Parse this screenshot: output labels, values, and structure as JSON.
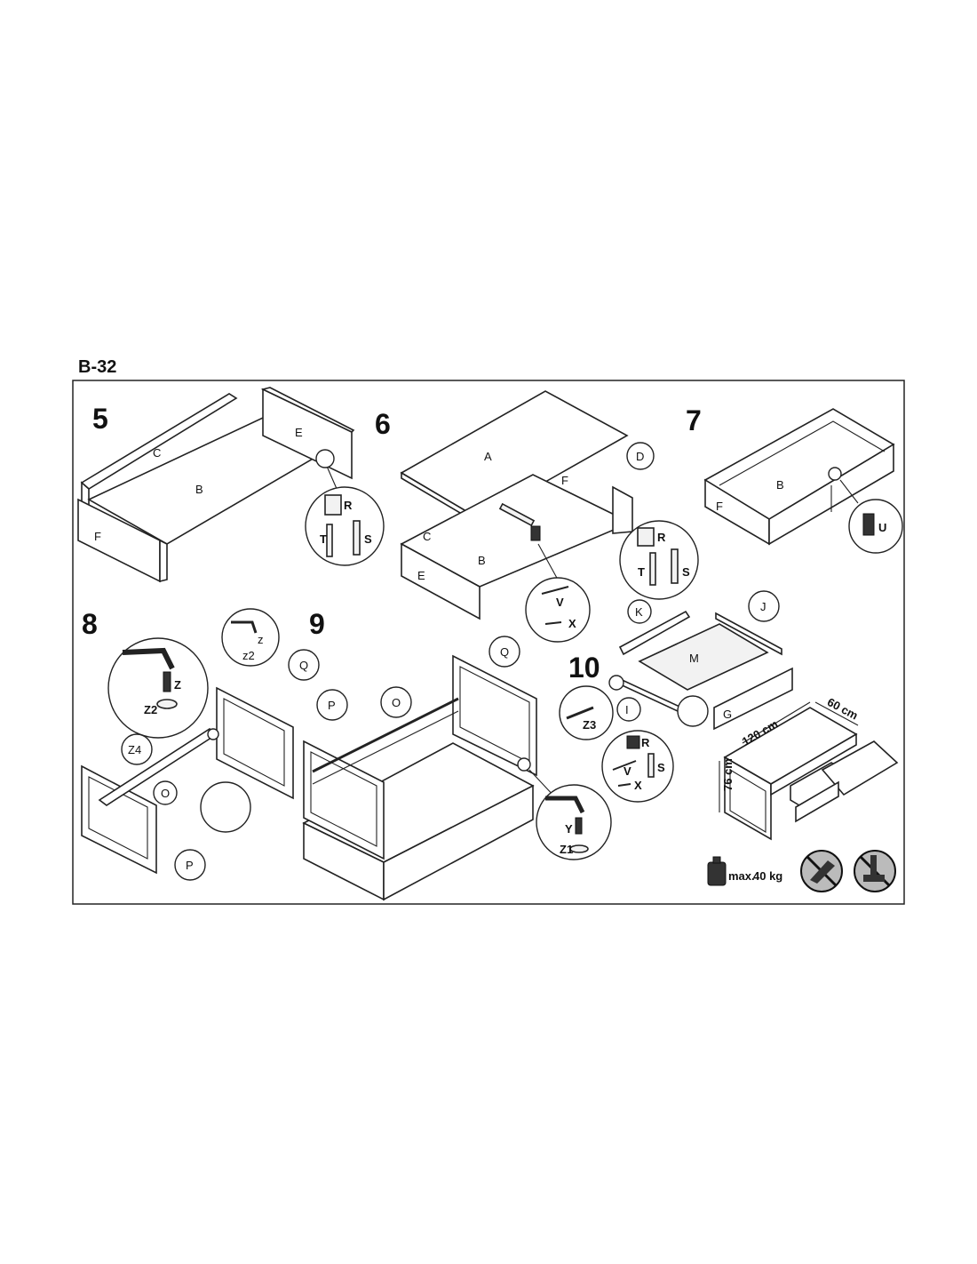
{
  "header": {
    "model": "B-32"
  },
  "steps": [
    {
      "number": "5",
      "parts": [
        "C",
        "B",
        "E",
        "F"
      ],
      "fittings": [
        "R",
        "T",
        "S"
      ]
    },
    {
      "number": "6",
      "parts": [
        "A",
        "D",
        "F",
        "C",
        "B",
        "E"
      ],
      "fittings": [
        "R",
        "T",
        "S",
        "V",
        "X"
      ]
    },
    {
      "number": "7",
      "parts": [
        "B",
        "F"
      ],
      "fittings": [
        "U"
      ]
    },
    {
      "number": "8",
      "parts": [
        "Q",
        "Z4",
        "O",
        "P"
      ],
      "fittings": [
        "Z",
        "Z2",
        "z",
        "z2"
      ]
    },
    {
      "number": "9",
      "parts": [
        "Q",
        "P",
        "O"
      ],
      "fittings": [
        "Y",
        "Z1"
      ]
    },
    {
      "number": "10",
      "parts": [
        "K",
        "J",
        "M",
        "I",
        "G"
      ],
      "fittings": [
        "Z3",
        "R",
        "V",
        "S",
        "X"
      ]
    }
  ],
  "dimensions": {
    "width": "120 cm",
    "depth": "60 cm",
    "height": "76 cm"
  },
  "load": {
    "max_label": "max.",
    "max_value": "40 kg"
  },
  "warnings": [
    "no-climbing-icon",
    "no-standing-icon"
  ]
}
